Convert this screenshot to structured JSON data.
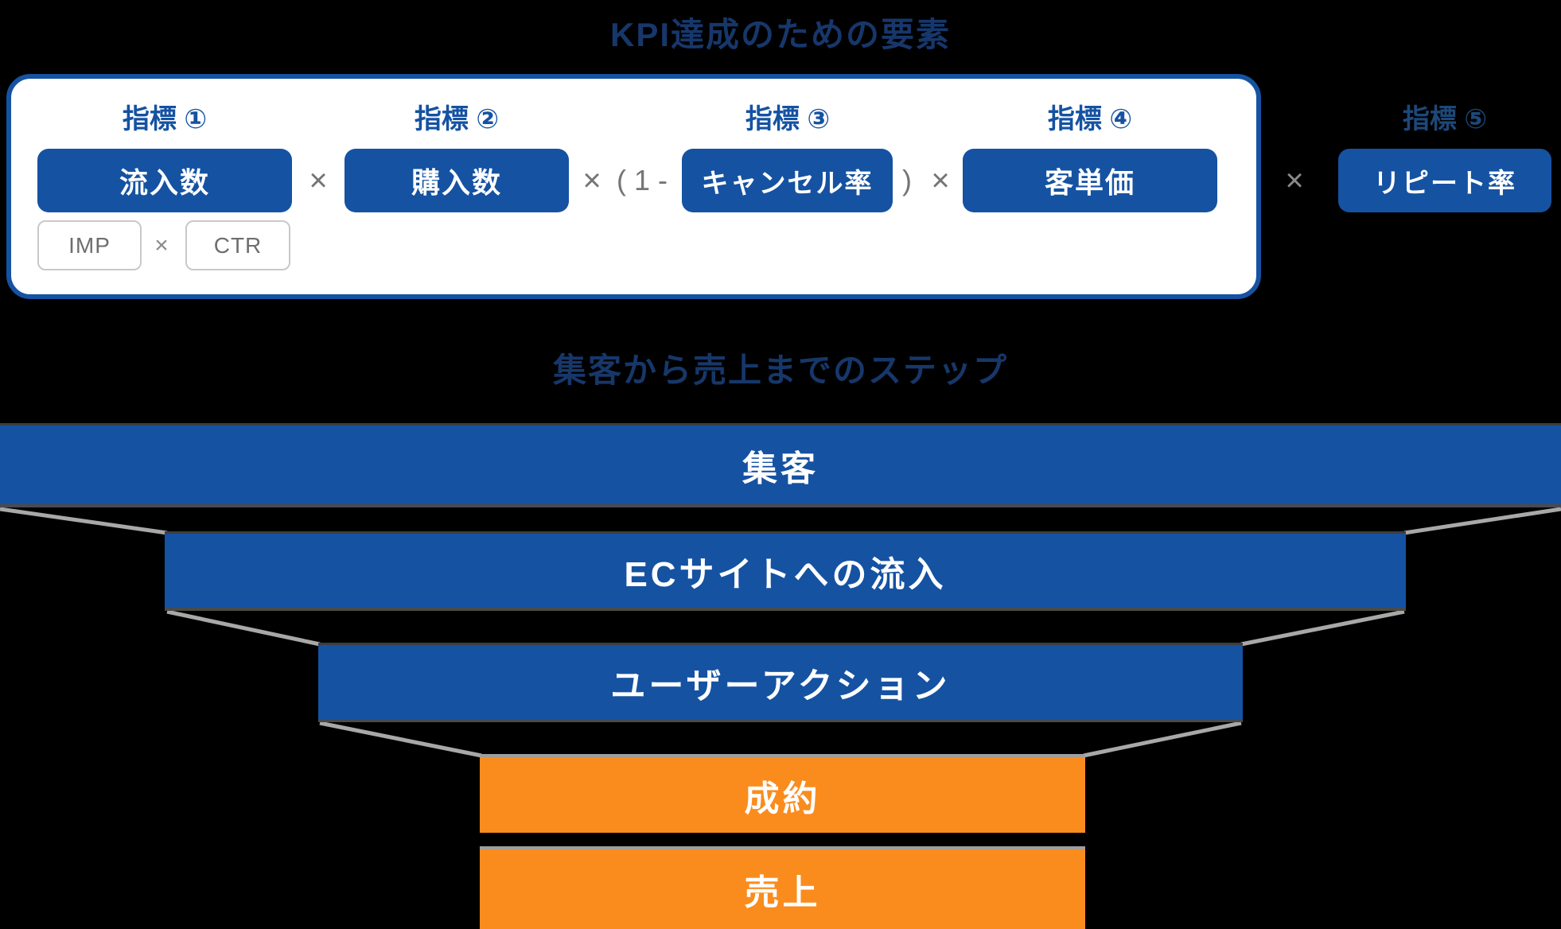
{
  "colors": {
    "background": "#000000",
    "accent_blue": "#1552a2",
    "title_navy": "#17376a",
    "orange": "#fa8c1e",
    "operator_gray": "#757575",
    "chip_gray": "#6e6e6e",
    "connector_gray": "#a8a8a8"
  },
  "kpi_section": {
    "title": "KPI達成のための要素",
    "metrics": [
      {
        "label": "指標 ①",
        "value": "流入数"
      },
      {
        "label": "指標 ②",
        "value": "購入数"
      },
      {
        "label": "指標 ③",
        "value": "キャンセル率"
      },
      {
        "label": "指標 ④",
        "value": "客単価"
      },
      {
        "label": "指標 ⑤",
        "value": "リピート率"
      }
    ],
    "operators": {
      "times": "×",
      "one_minus_open": "( 1 -",
      "close_paren": ")"
    },
    "sub_formula": {
      "left": "IMP",
      "operator": "×",
      "right": "CTR"
    }
  },
  "funnel_section": {
    "title": "集客から売上までのステップ",
    "steps": [
      {
        "label": "集客"
      },
      {
        "label": "ECサイトへの流入"
      },
      {
        "label": "ユーザーアクション"
      },
      {
        "label": "成約"
      },
      {
        "label": "売上"
      }
    ]
  }
}
